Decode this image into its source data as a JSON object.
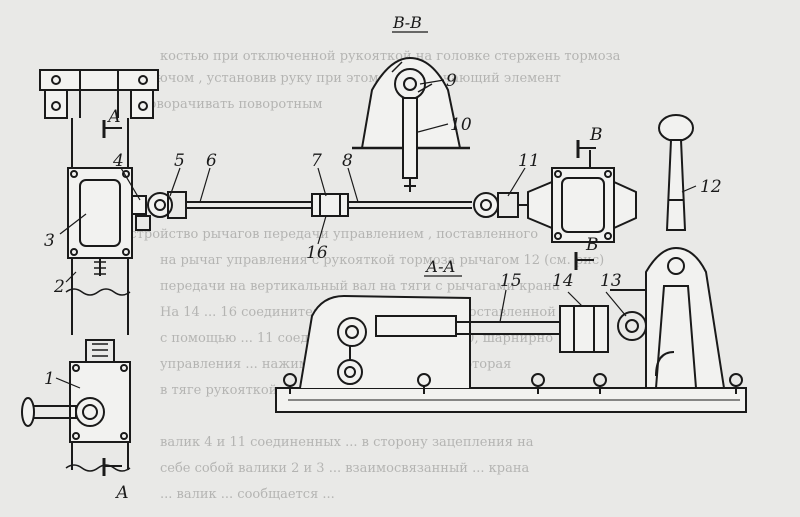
{
  "figure": {
    "section_bb_title": "В-В",
    "section_aa_title": "А-А",
    "cut_marks": {
      "a_top": "А",
      "a_bottom": "А",
      "b_top": "В",
      "b_bottom": "В"
    },
    "part_labels": {
      "p1": "1",
      "p2": "2",
      "p3": "3",
      "p4": "4",
      "p5": "5",
      "p6": "6",
      "p7": "7",
      "p8": "8",
      "p9": "9",
      "p10": "10",
      "p11": "11",
      "p12": "12",
      "p13": "13",
      "p14": "14",
      "p15": "15",
      "p16": "16"
    }
  },
  "background_text": [
    "костью при отключенной рукояткой на головке стержень тормоза",
    "ключом , установив руку при этом переключающий элемент",
    "поворачивать поворотным",
    "Устройство рычагов передачи управлением , поставленного",
    "на рычаг управления с рукояткой тормоза рычагом 12 (см. рис)",
    "передачи на вертикальный вал на тяги с рычагами крана",
    "На 14 ... 16 соединительной тягой, трубой, поставленной",
    "с помощью ... 11 соединенных рычагами и 10, шарнирно",
    "управления ... нажимая рукоятку тяги 14, которая",
    "в тяге рукояткой. подвешенной для облегчения эксплуатации",
    "валик 4 и 11 соединенных ... в сторону зацепления на",
    "себе собой валики 2 и 3 ... взаимосвязанный ... крана",
    "... валик ... сообщается ..."
  ]
}
